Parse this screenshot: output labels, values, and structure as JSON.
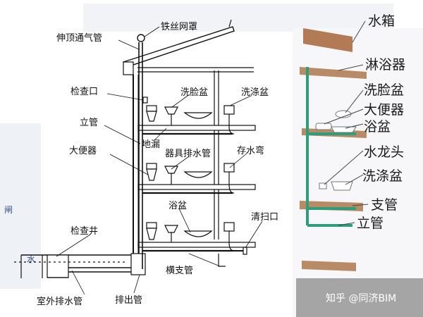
{
  "left_labels": {
    "vent_stack": "伸顶通气管",
    "wire_cap": "铁丝网罩",
    "cleanout_port": "检查口",
    "washbasin": "洗脸盆",
    "wash_sink": "洗涤盆",
    "riser": "立管",
    "floor_drain": "地漏",
    "fixture_drain": "器具排水管",
    "trap": "存水弯",
    "toilet": "大便器",
    "bathtub": "浴盆",
    "cleanout": "清扫口",
    "inspection_well": "检查井",
    "horizontal_branch": "横支管",
    "outdoor_drain": "室外排水管",
    "outlet_pipe": "排出管"
  },
  "right_labels": {
    "tank": "水箱",
    "shower": "淋浴器",
    "washbasin": "洗脸盆",
    "toilet": "大便器",
    "bathtub": "浴盆",
    "faucet": "水龙头",
    "wash_sink": "洗涤盆",
    "branch_pipe": "支管",
    "riser": "立管"
  },
  "side_fragments": {
    "a": "闸",
    "b": "水"
  },
  "watermark": "知乎 @同济BIM",
  "colors": {
    "line": "#111111",
    "pipe_green": "#2e9e7a",
    "wood": "#b27a55",
    "watermark_bg": "#8a8a8a"
  }
}
